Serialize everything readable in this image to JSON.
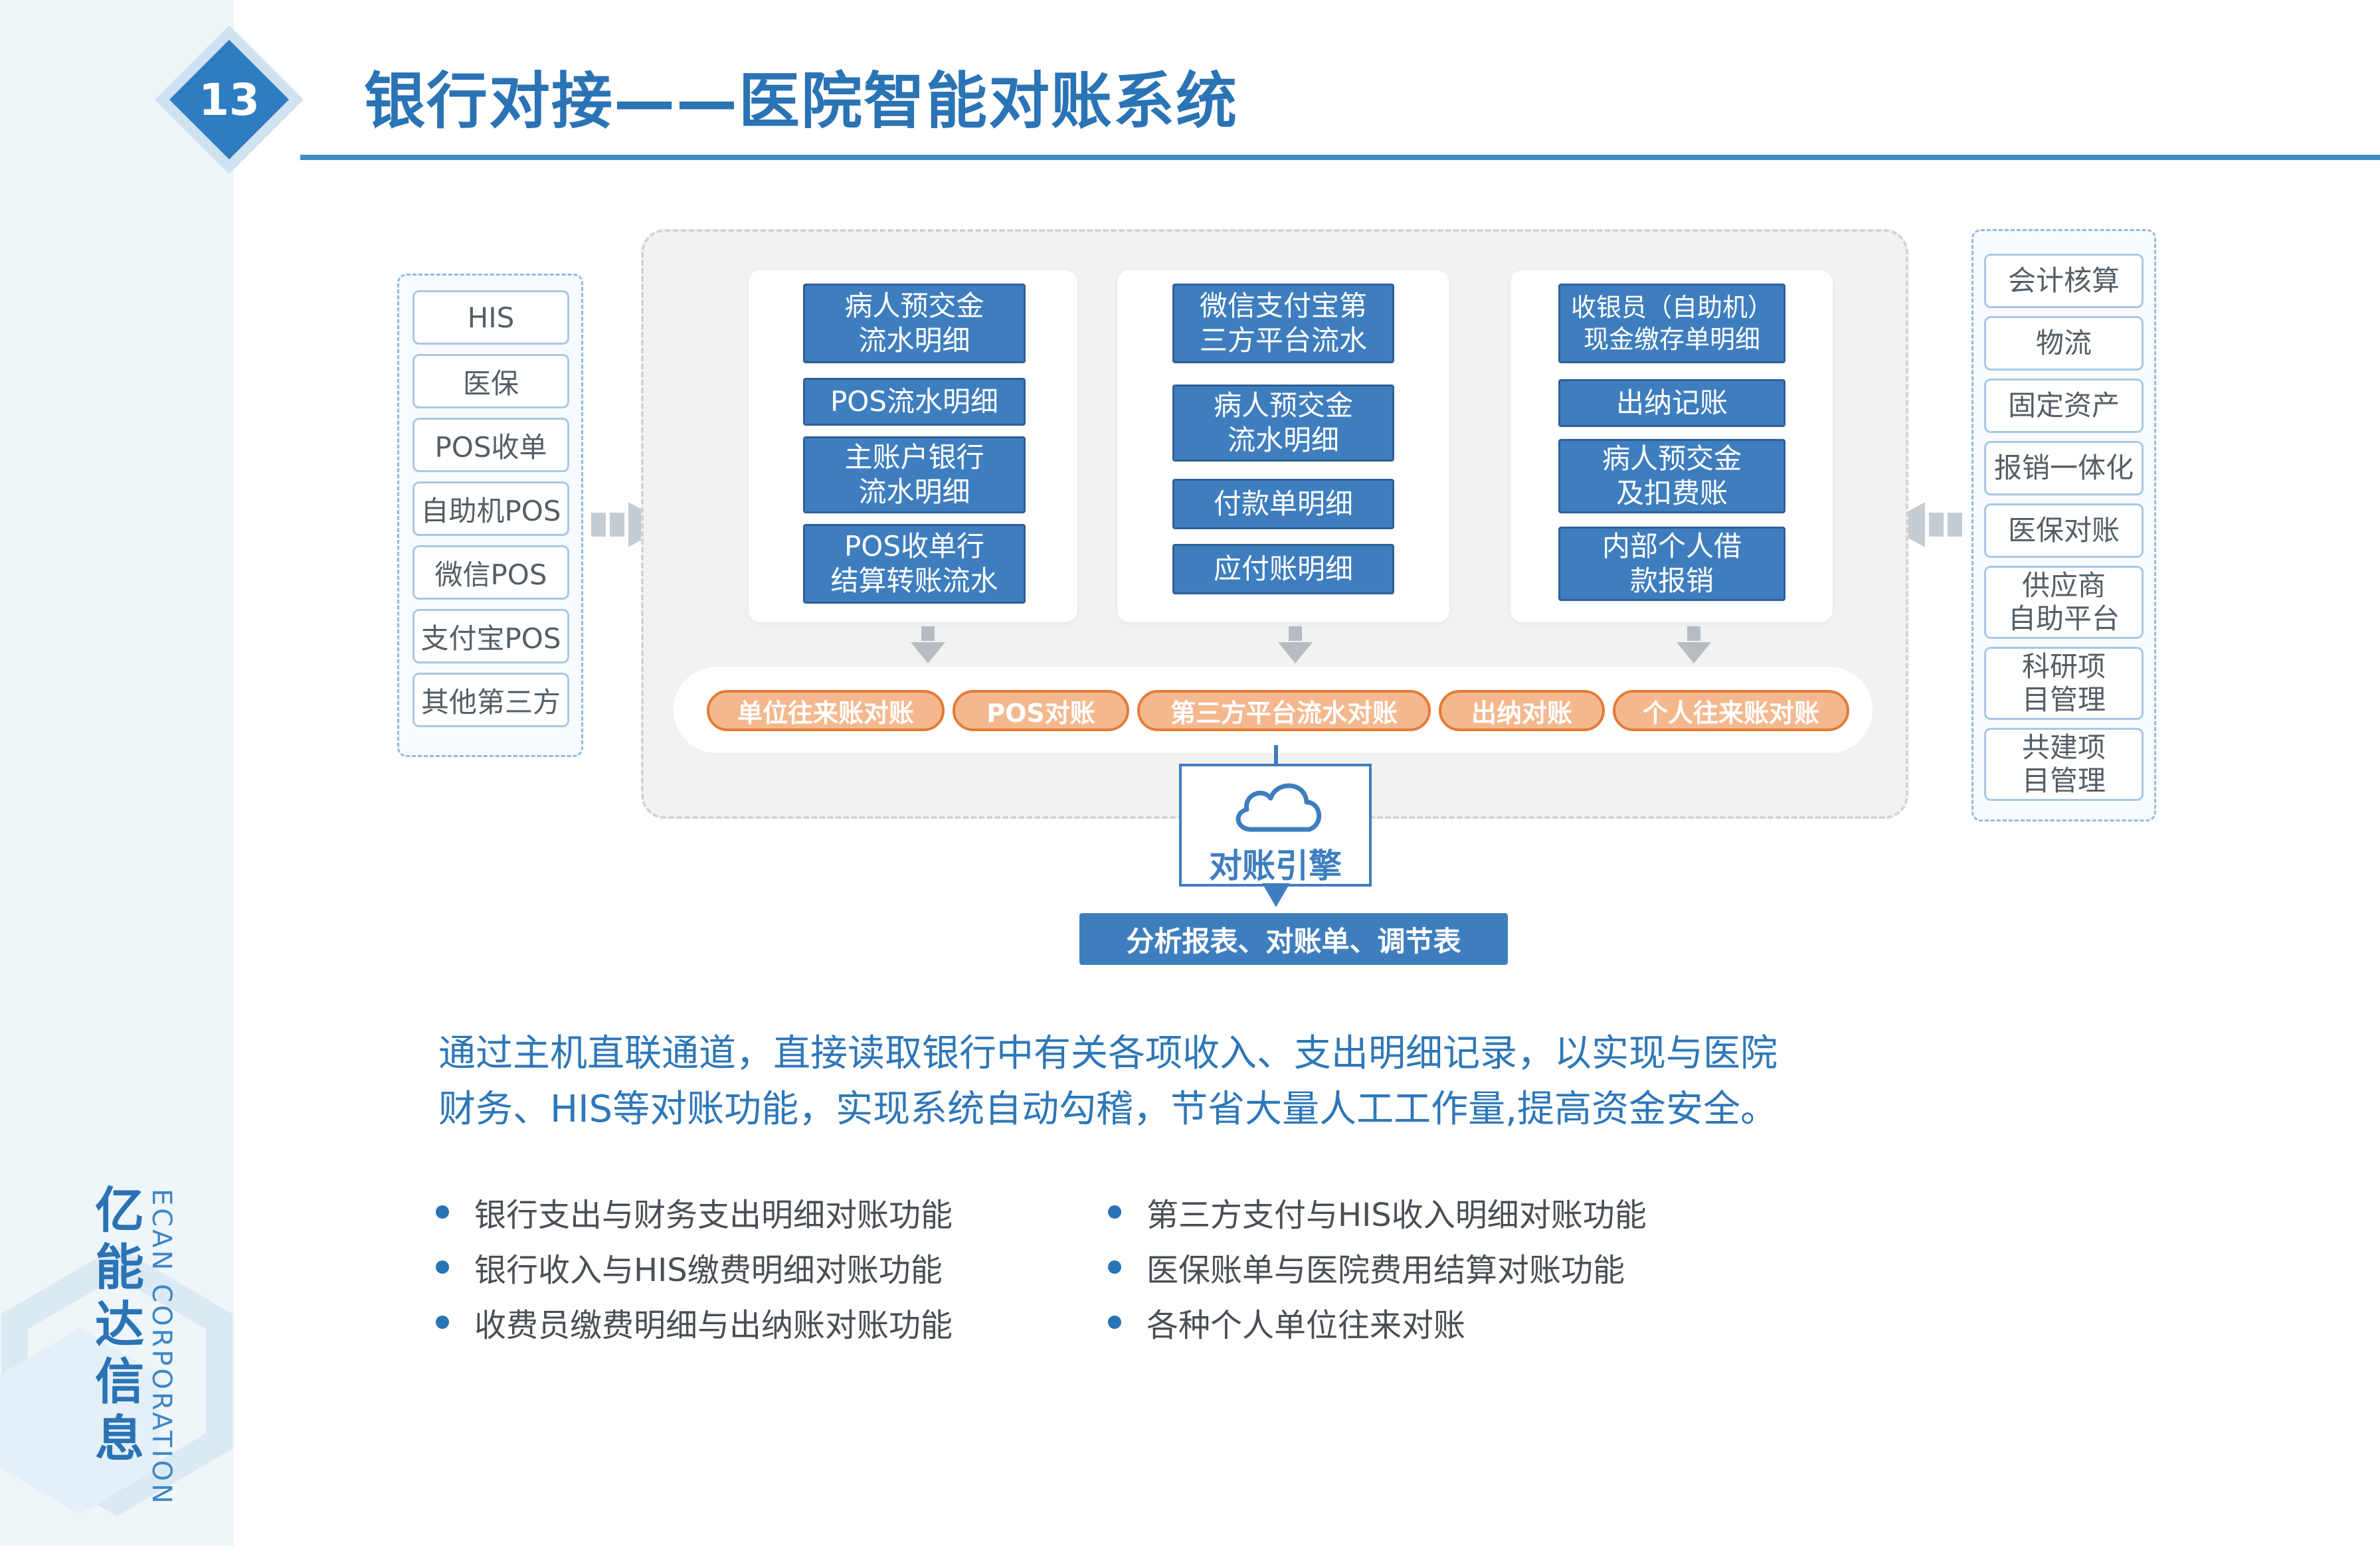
{
  "page": {
    "number": "13",
    "title": "银行对接——医院智能对账系统"
  },
  "sources": [
    "HIS",
    "医保",
    "POS收单",
    "自助机POS",
    "微信POS",
    "支付宝POS",
    "其他第三方"
  ],
  "targets": [
    "会计核算",
    "物流",
    "固定资产",
    "报销一体化",
    "医保对账",
    "供应商\n自助平台",
    "科研项\n目管理",
    "共建项\n目管理"
  ],
  "columns": [
    {
      "items": [
        "病人预交金\n流水明细",
        "POS流水明细",
        "主账户银行\n流水明细",
        "POS收单行\n结算转账流水"
      ]
    },
    {
      "items": [
        "微信支付宝第\n三方平台流水",
        "病人预交金\n流水明细",
        "付款单明细",
        "应付账明细"
      ]
    },
    {
      "items": [
        "收银员（自助机）\n现金缴存单明细",
        "出纳记账",
        "病人预交金\n及扣费账",
        "内部个人借\n款报销"
      ]
    }
  ],
  "recon": [
    "单位往来账对账",
    "POS对账",
    "第三方平台流水对账",
    "出纳对账",
    "个人往来账对账"
  ],
  "engine": {
    "label": "对账引擎"
  },
  "report": {
    "label": "分析报表、对账单、调节表"
  },
  "description": [
    "通过主机直联通道，直接读取银行中有关各项收入、支出明细记录，以实现与医院",
    "财务、HIS等对账功能，实现系统自动勾稽，节省大量人工工作量,提高资金安全。"
  ],
  "features": {
    "left": [
      "银行支出与财务支出明细对账功能",
      "银行收入与HIS缴费明细对账功能",
      "收费员缴费明细与出纳账对账功能"
    ],
    "right": [
      "第三方支付与HIS收入明细对账功能",
      "医保账单与医院费用结算对账功能",
      "各种个人单位往来对账"
    ]
  },
  "brand": {
    "cn": [
      "亿",
      "能",
      "达",
      "信",
      "息"
    ],
    "en": "ECAN CORPORATION"
  },
  "colors": {
    "primary": "#3f7ebe",
    "title": "#2a73b5",
    "accent_orange": "#e37b37",
    "pill_fill": "#f4b88f"
  }
}
